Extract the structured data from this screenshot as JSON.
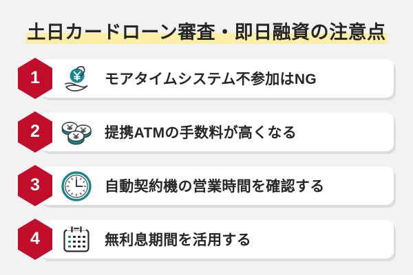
{
  "title": {
    "text": "土日カードローン審査・即日融資の注意点",
    "highlight_color": "#fdefa8",
    "text_color": "#262626"
  },
  "theme": {
    "background": "#f2f2f2",
    "card_background": "#ffffff",
    "card_shadow": "#dddddd",
    "accent_red": "#c10d2c",
    "accent_teal": "#17878c",
    "dark": "#262626"
  },
  "items": [
    {
      "number": "1",
      "icon": "hand-holding-yen-coin-icon",
      "label": "モアタイムシステム不参加はNG"
    },
    {
      "number": "2",
      "icon": "yen-coins-stack-icon",
      "label": "提携ATMの手数料が高くなる"
    },
    {
      "number": "3",
      "icon": "clock-icon",
      "label": "自動契約機の営業時間を確認する"
    },
    {
      "number": "4",
      "icon": "calendar-icon",
      "label": "無利息期間を活用する"
    }
  ]
}
